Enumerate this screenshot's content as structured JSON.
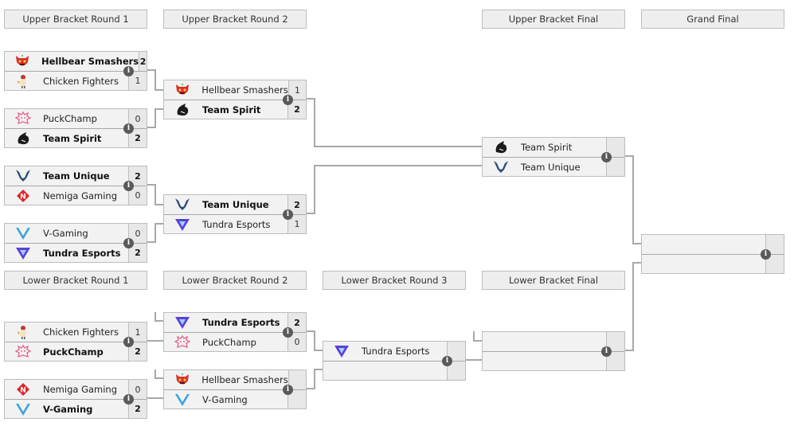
{
  "headers": {
    "ub_r1": "Upper Bracket Round 1",
    "ub_r2": "Upper Bracket Round 2",
    "ub_final": "Upper Bracket Final",
    "grand_final": "Grand Final",
    "lb_r1": "Lower Bracket Round 1",
    "lb_r2": "Lower Bracket Round 2",
    "lb_r3": "Lower Bracket Round 3",
    "lb_final": "Lower Bracket Final"
  },
  "info_icon": "i",
  "matches": {
    "ub_r1_m1": {
      "teams": [
        {
          "name": "Hellbear Smashers",
          "score": "2",
          "logo": "hellbear",
          "win": true
        },
        {
          "name": "Chicken Fighters",
          "score": "1",
          "logo": "chicken",
          "win": false
        }
      ]
    },
    "ub_r1_m2": {
      "teams": [
        {
          "name": "PuckChamp",
          "score": "0",
          "logo": "puckchamp",
          "win": false
        },
        {
          "name": "Team Spirit",
          "score": "2",
          "logo": "spirit",
          "win": true
        }
      ]
    },
    "ub_r1_m3": {
      "teams": [
        {
          "name": "Team Unique",
          "score": "2",
          "logo": "unique",
          "win": true
        },
        {
          "name": "Nemiga Gaming",
          "score": "0",
          "logo": "nemiga",
          "win": false
        }
      ]
    },
    "ub_r1_m4": {
      "teams": [
        {
          "name": "V-Gaming",
          "score": "0",
          "logo": "vgaming",
          "win": false
        },
        {
          "name": "Tundra Esports",
          "score": "2",
          "logo": "tundra",
          "win": true
        }
      ]
    },
    "ub_r2_m1": {
      "teams": [
        {
          "name": "Hellbear Smashers",
          "score": "1",
          "logo": "hellbear",
          "win": false
        },
        {
          "name": "Team Spirit",
          "score": "2",
          "logo": "spirit",
          "win": true
        }
      ]
    },
    "ub_r2_m2": {
      "teams": [
        {
          "name": "Team Unique",
          "score": "2",
          "logo": "unique",
          "win": true
        },
        {
          "name": "Tundra Esports",
          "score": "1",
          "logo": "tundra",
          "win": false
        }
      ]
    },
    "ub_final": {
      "teams": [
        {
          "name": "Team Spirit",
          "score": "",
          "logo": "spirit",
          "win": false
        },
        {
          "name": "Team Unique",
          "score": "",
          "logo": "unique",
          "win": false
        }
      ]
    },
    "grand_final": {
      "teams": [
        {
          "name": "",
          "score": "",
          "logo": "",
          "win": false
        },
        {
          "name": "",
          "score": "",
          "logo": "",
          "win": false
        }
      ]
    },
    "lb_r1_m1": {
      "teams": [
        {
          "name": "Chicken Fighters",
          "score": "1",
          "logo": "chicken",
          "win": false
        },
        {
          "name": "PuckChamp",
          "score": "2",
          "logo": "puckchamp",
          "win": true
        }
      ]
    },
    "lb_r1_m2": {
      "teams": [
        {
          "name": "Nemiga Gaming",
          "score": "0",
          "logo": "nemiga",
          "win": false
        },
        {
          "name": "V-Gaming",
          "score": "2",
          "logo": "vgaming",
          "win": true
        }
      ]
    },
    "lb_r2_m1": {
      "teams": [
        {
          "name": "Tundra Esports",
          "score": "2",
          "logo": "tundra",
          "win": true
        },
        {
          "name": "PuckChamp",
          "score": "0",
          "logo": "puckchamp",
          "win": false
        }
      ]
    },
    "lb_r2_m2": {
      "teams": [
        {
          "name": "Hellbear Smashers",
          "score": "",
          "logo": "hellbear",
          "win": false
        },
        {
          "name": "V-Gaming",
          "score": "",
          "logo": "vgaming",
          "win": false
        }
      ]
    },
    "lb_r3": {
      "teams": [
        {
          "name": "Tundra Esports",
          "score": "",
          "logo": "tundra",
          "win": false
        },
        {
          "name": "",
          "score": "",
          "logo": "",
          "win": false
        }
      ]
    },
    "lb_final": {
      "teams": [
        {
          "name": "",
          "score": "",
          "logo": "",
          "win": false
        },
        {
          "name": "",
          "score": "",
          "logo": "",
          "win": false
        }
      ]
    }
  },
  "colors": {
    "hellbear": "#d9302a",
    "chicken": "#c0392b",
    "puckchamp": "#e56b8b",
    "spirit": "#1a1a1a",
    "unique": "#2a4d7a",
    "nemiga": "#e0262b",
    "vgaming": "#3aa3e0",
    "tundra": "#5b3fd9"
  }
}
